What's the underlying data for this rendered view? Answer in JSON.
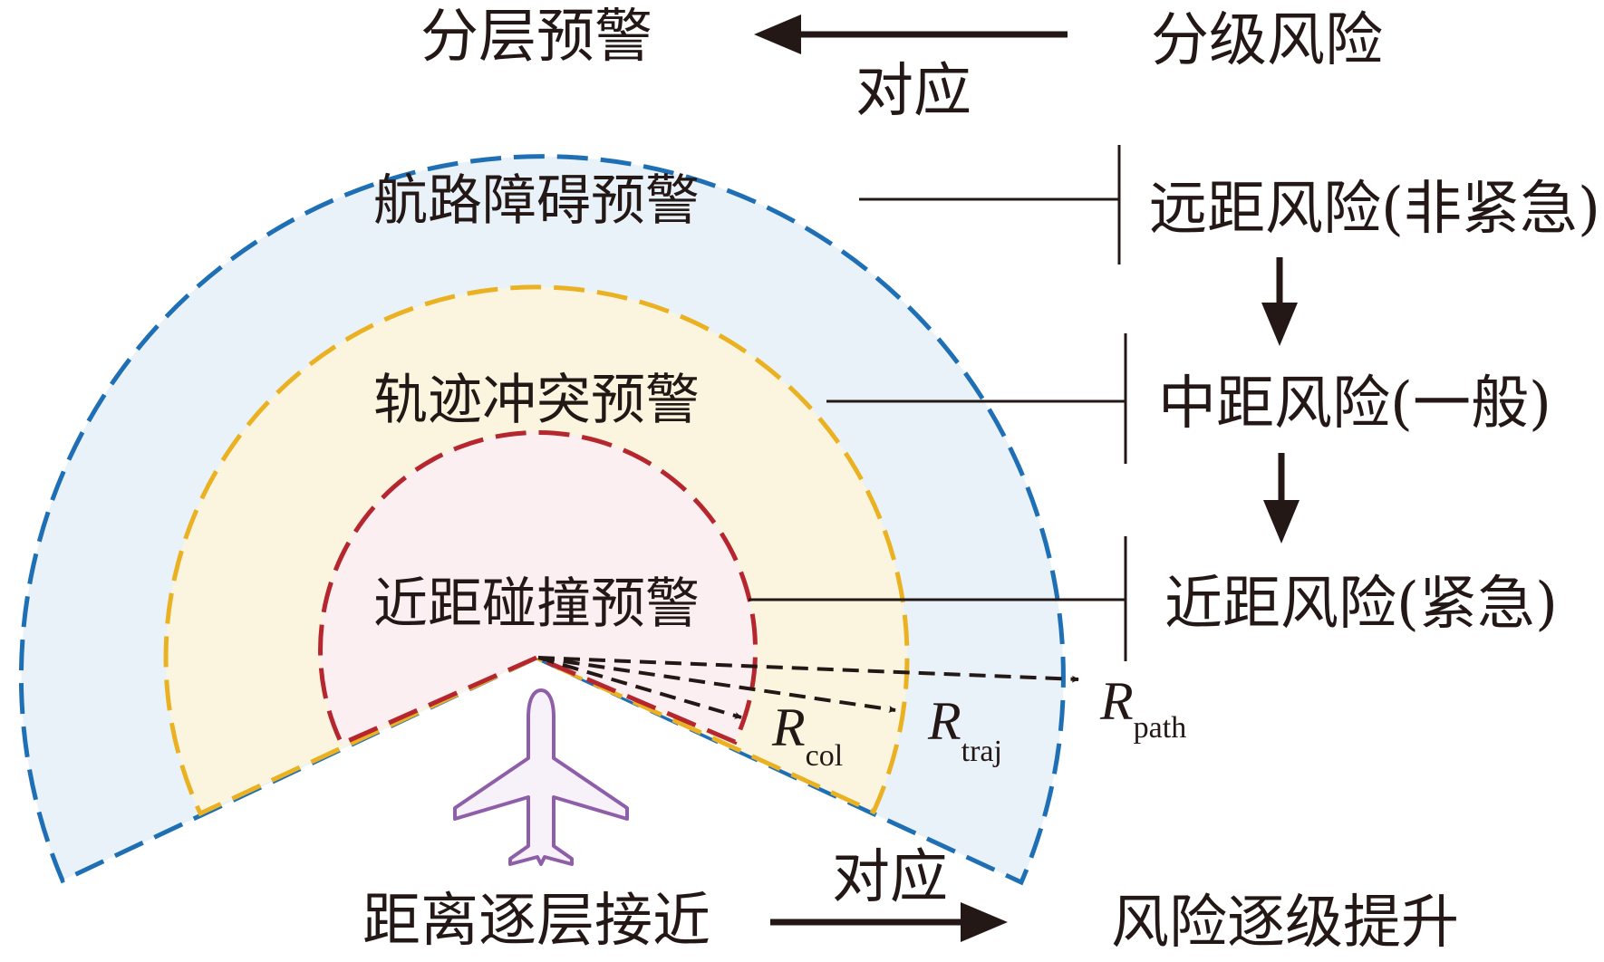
{
  "header": {
    "layered_warning": "分层预警",
    "graded_risk": "分级风险",
    "corresponds_top": "对应"
  },
  "zones": {
    "outer": "航路障碍预警",
    "middle": "轨迹冲突预警",
    "inner": "近距碰撞预警"
  },
  "risks": {
    "far": "远距风险(非紧急)",
    "mid": "中距风险(一般)",
    "near": "近距风险(紧急)"
  },
  "radii": {
    "col": {
      "symbol": "R",
      "sub": "col"
    },
    "traj": {
      "symbol": "R",
      "sub": "traj"
    },
    "path": {
      "symbol": "R",
      "sub": "path"
    }
  },
  "footer": {
    "distance_approach": "距离逐层接近",
    "corresponds_bottom": "对应",
    "risk_escalation": "风险逐级提升"
  },
  "colors": {
    "outer_stroke": "#1f6fb5",
    "outer_fill": "#eaf2f9",
    "middle_stroke": "#eab223",
    "middle_fill": "#fbf5e0",
    "inner_stroke": "#b5262e",
    "inner_fill": "#fbeff1",
    "aircraft": "#8e5ea8",
    "ink": "#231815"
  }
}
